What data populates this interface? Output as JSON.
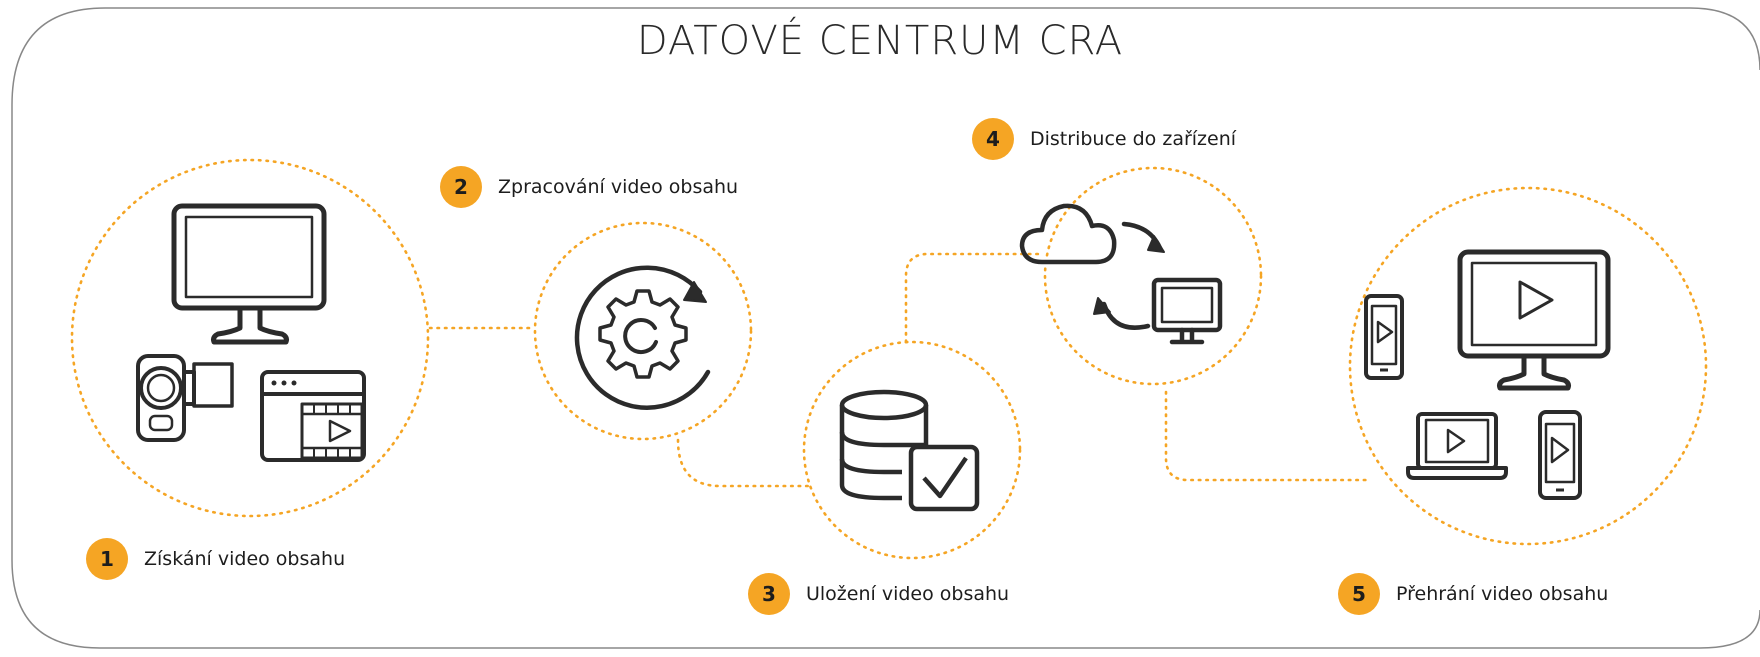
{
  "title": "DATOVÉ CENTRUM CRA",
  "colors": {
    "accent": "#f5a524",
    "line": "#2b2b2b",
    "frame": "#888888"
  },
  "steps": [
    {
      "number": "1",
      "label": "Získání video obsahu",
      "icons": [
        "monitor-icon",
        "camcorder-icon",
        "video-editor-icon"
      ]
    },
    {
      "number": "2",
      "label": "Zpracování video obsahu",
      "icons": [
        "gear-refresh-icon"
      ]
    },
    {
      "number": "3",
      "label": "Uložení video obsahu",
      "icons": [
        "database-check-icon"
      ]
    },
    {
      "number": "4",
      "label": "Distribuce do zařízení",
      "icons": [
        "cloud-sync-icon"
      ]
    },
    {
      "number": "5",
      "label": "Přehrání video obsahu",
      "icons": [
        "tablet-play-icon",
        "monitor-play-icon",
        "laptop-play-icon",
        "phone-play-icon"
      ]
    }
  ]
}
